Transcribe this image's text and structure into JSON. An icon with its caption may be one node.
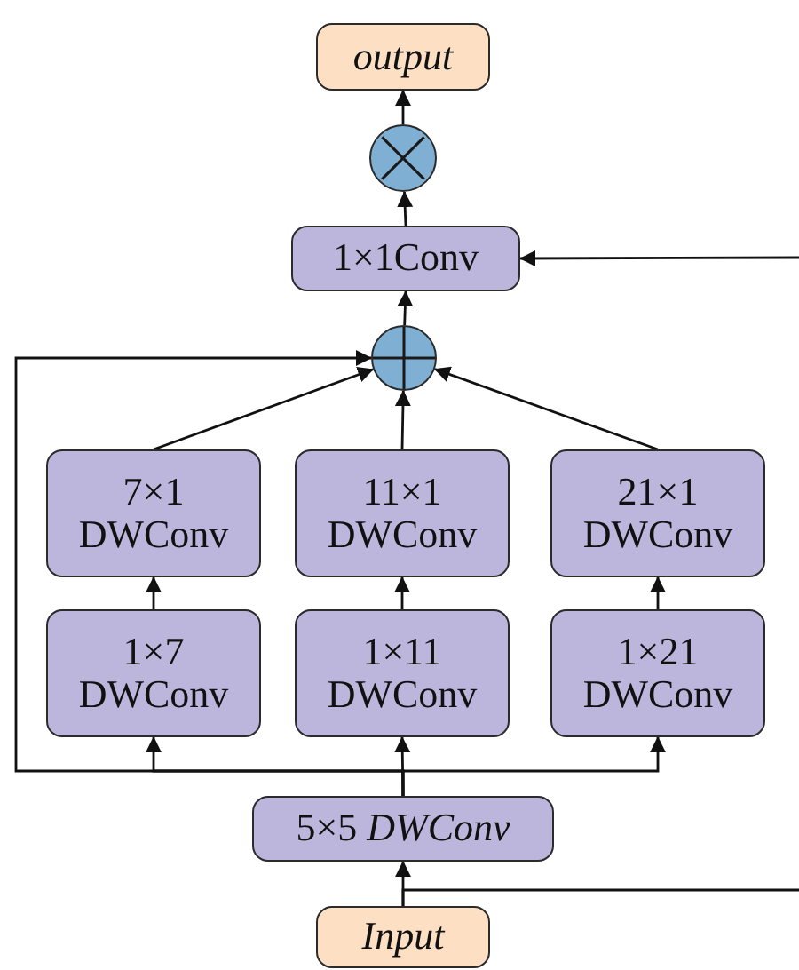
{
  "diagram": {
    "nodes": [
      {
        "text": [
          "output"
        ]
      },
      {
        "text": [],
        "shape": "circle"
      },
      {
        "text": [
          "1×1Conv"
        ]
      },
      {
        "text": [],
        "shape": "circle"
      },
      {
        "text": [
          "7×1 DWConv"
        ]
      },
      {
        "text": [
          "11×1 DWConv"
        ]
      },
      {
        "text": [
          "21×1 DWConv"
        ]
      },
      {
        "text": [
          "1×7 DWConv"
        ]
      },
      {
        "text": [
          "1×11 DWConv"
        ]
      },
      {
        "text": [
          "1×21 DWConv"
        ]
      },
      {
        "text": [
          "5×5 *DWConv*"
        ]
      },
      {
        "text": [
          "Input"
        ]
      }
    ],
    "edges": [
      {
        "from": 11,
        "to": 10,
        "arrow": "to"
      },
      {
        "from": 11,
        "to": null,
        "arrow": "none"
      },
      {
        "from": null,
        "to": 2,
        "arrow": "to"
      },
      {
        "from": 10,
        "to": 7,
        "arrow": "to"
      },
      {
        "from": 10,
        "to": 8,
        "arrow": "to"
      },
      {
        "from": 10,
        "to": 9,
        "arrow": "to"
      },
      {
        "from": 10,
        "to": 3,
        "arrow": "to"
      },
      {
        "from": 7,
        "to": 4,
        "arrow": "to"
      },
      {
        "from": 8,
        "to": 5,
        "arrow": "to"
      },
      {
        "from": 9,
        "to": 6,
        "arrow": "to"
      },
      {
        "from": 4,
        "to": 3,
        "arrow": "to"
      },
      {
        "from": 5,
        "to": 3,
        "arrow": "to"
      },
      {
        "from": 6,
        "to": 3,
        "arrow": "to"
      },
      {
        "from": 3,
        "to": 2,
        "arrow": "to"
      },
      {
        "from": 2,
        "to": 1,
        "arrow": "to"
      },
      {
        "from": 1,
        "to": 0,
        "arrow": "to"
      }
    ]
  }
}
